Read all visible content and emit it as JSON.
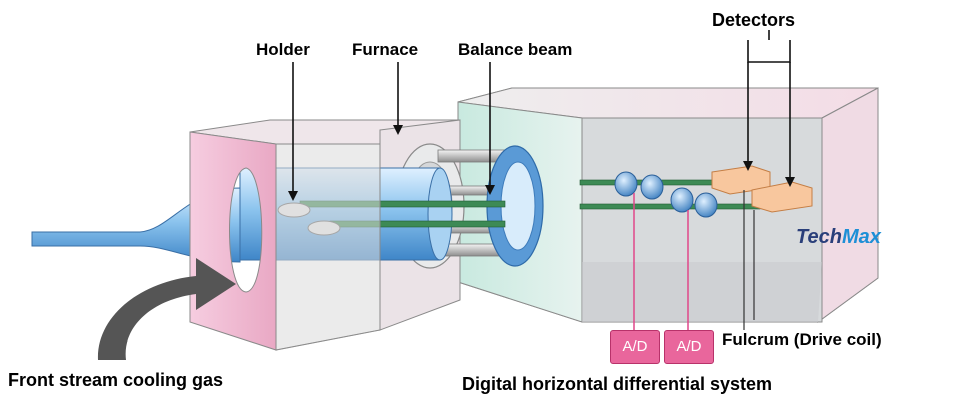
{
  "labels": {
    "holder": "Holder",
    "furnace": "Furnace",
    "balance_beam": "Balance beam",
    "detectors": "Detectors",
    "front_stream": "Front stream cooling gas",
    "fulcrum": "Fulcrum (Drive coil)",
    "digital_system": "Digital horizontal differential system",
    "ad_left": "A/D",
    "ad_right": "A/D"
  },
  "brand": {
    "part1": "Tech",
    "part2": "Max"
  },
  "colors": {
    "box_fill": "#e6e8ea",
    "pink_face": "#f2bcd3",
    "tube_blue": "#7ab6e6",
    "beam_green": "#3d8a55",
    "detector_orange": "#f8c79e",
    "ad_pink": "#e9669c",
    "arrow_gray": "#555555"
  }
}
